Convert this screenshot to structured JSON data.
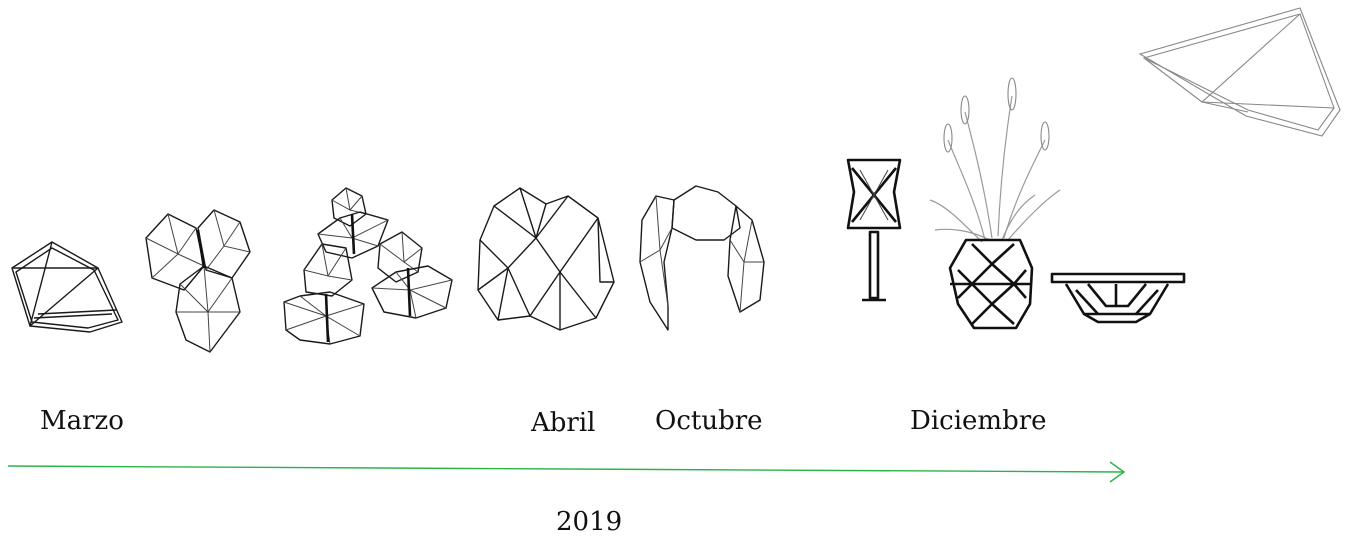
{
  "timeline": {
    "months": [
      {
        "label": "Marzo"
      },
      {
        "label": "Abril"
      },
      {
        "label": "Octubre"
      },
      {
        "label": "Diciembre"
      }
    ],
    "year": "2019",
    "arrow_color": "#2bb34a"
  },
  "icons": [
    "polyhedron-module-icon",
    "three-module-cluster-icon",
    "stacked-module-cluster-icon",
    "double-shell-icon",
    "arch-shell-icon",
    "floor-lamp-icon",
    "planter-icon",
    "low-table-icon",
    "canopy-roof-icon"
  ]
}
